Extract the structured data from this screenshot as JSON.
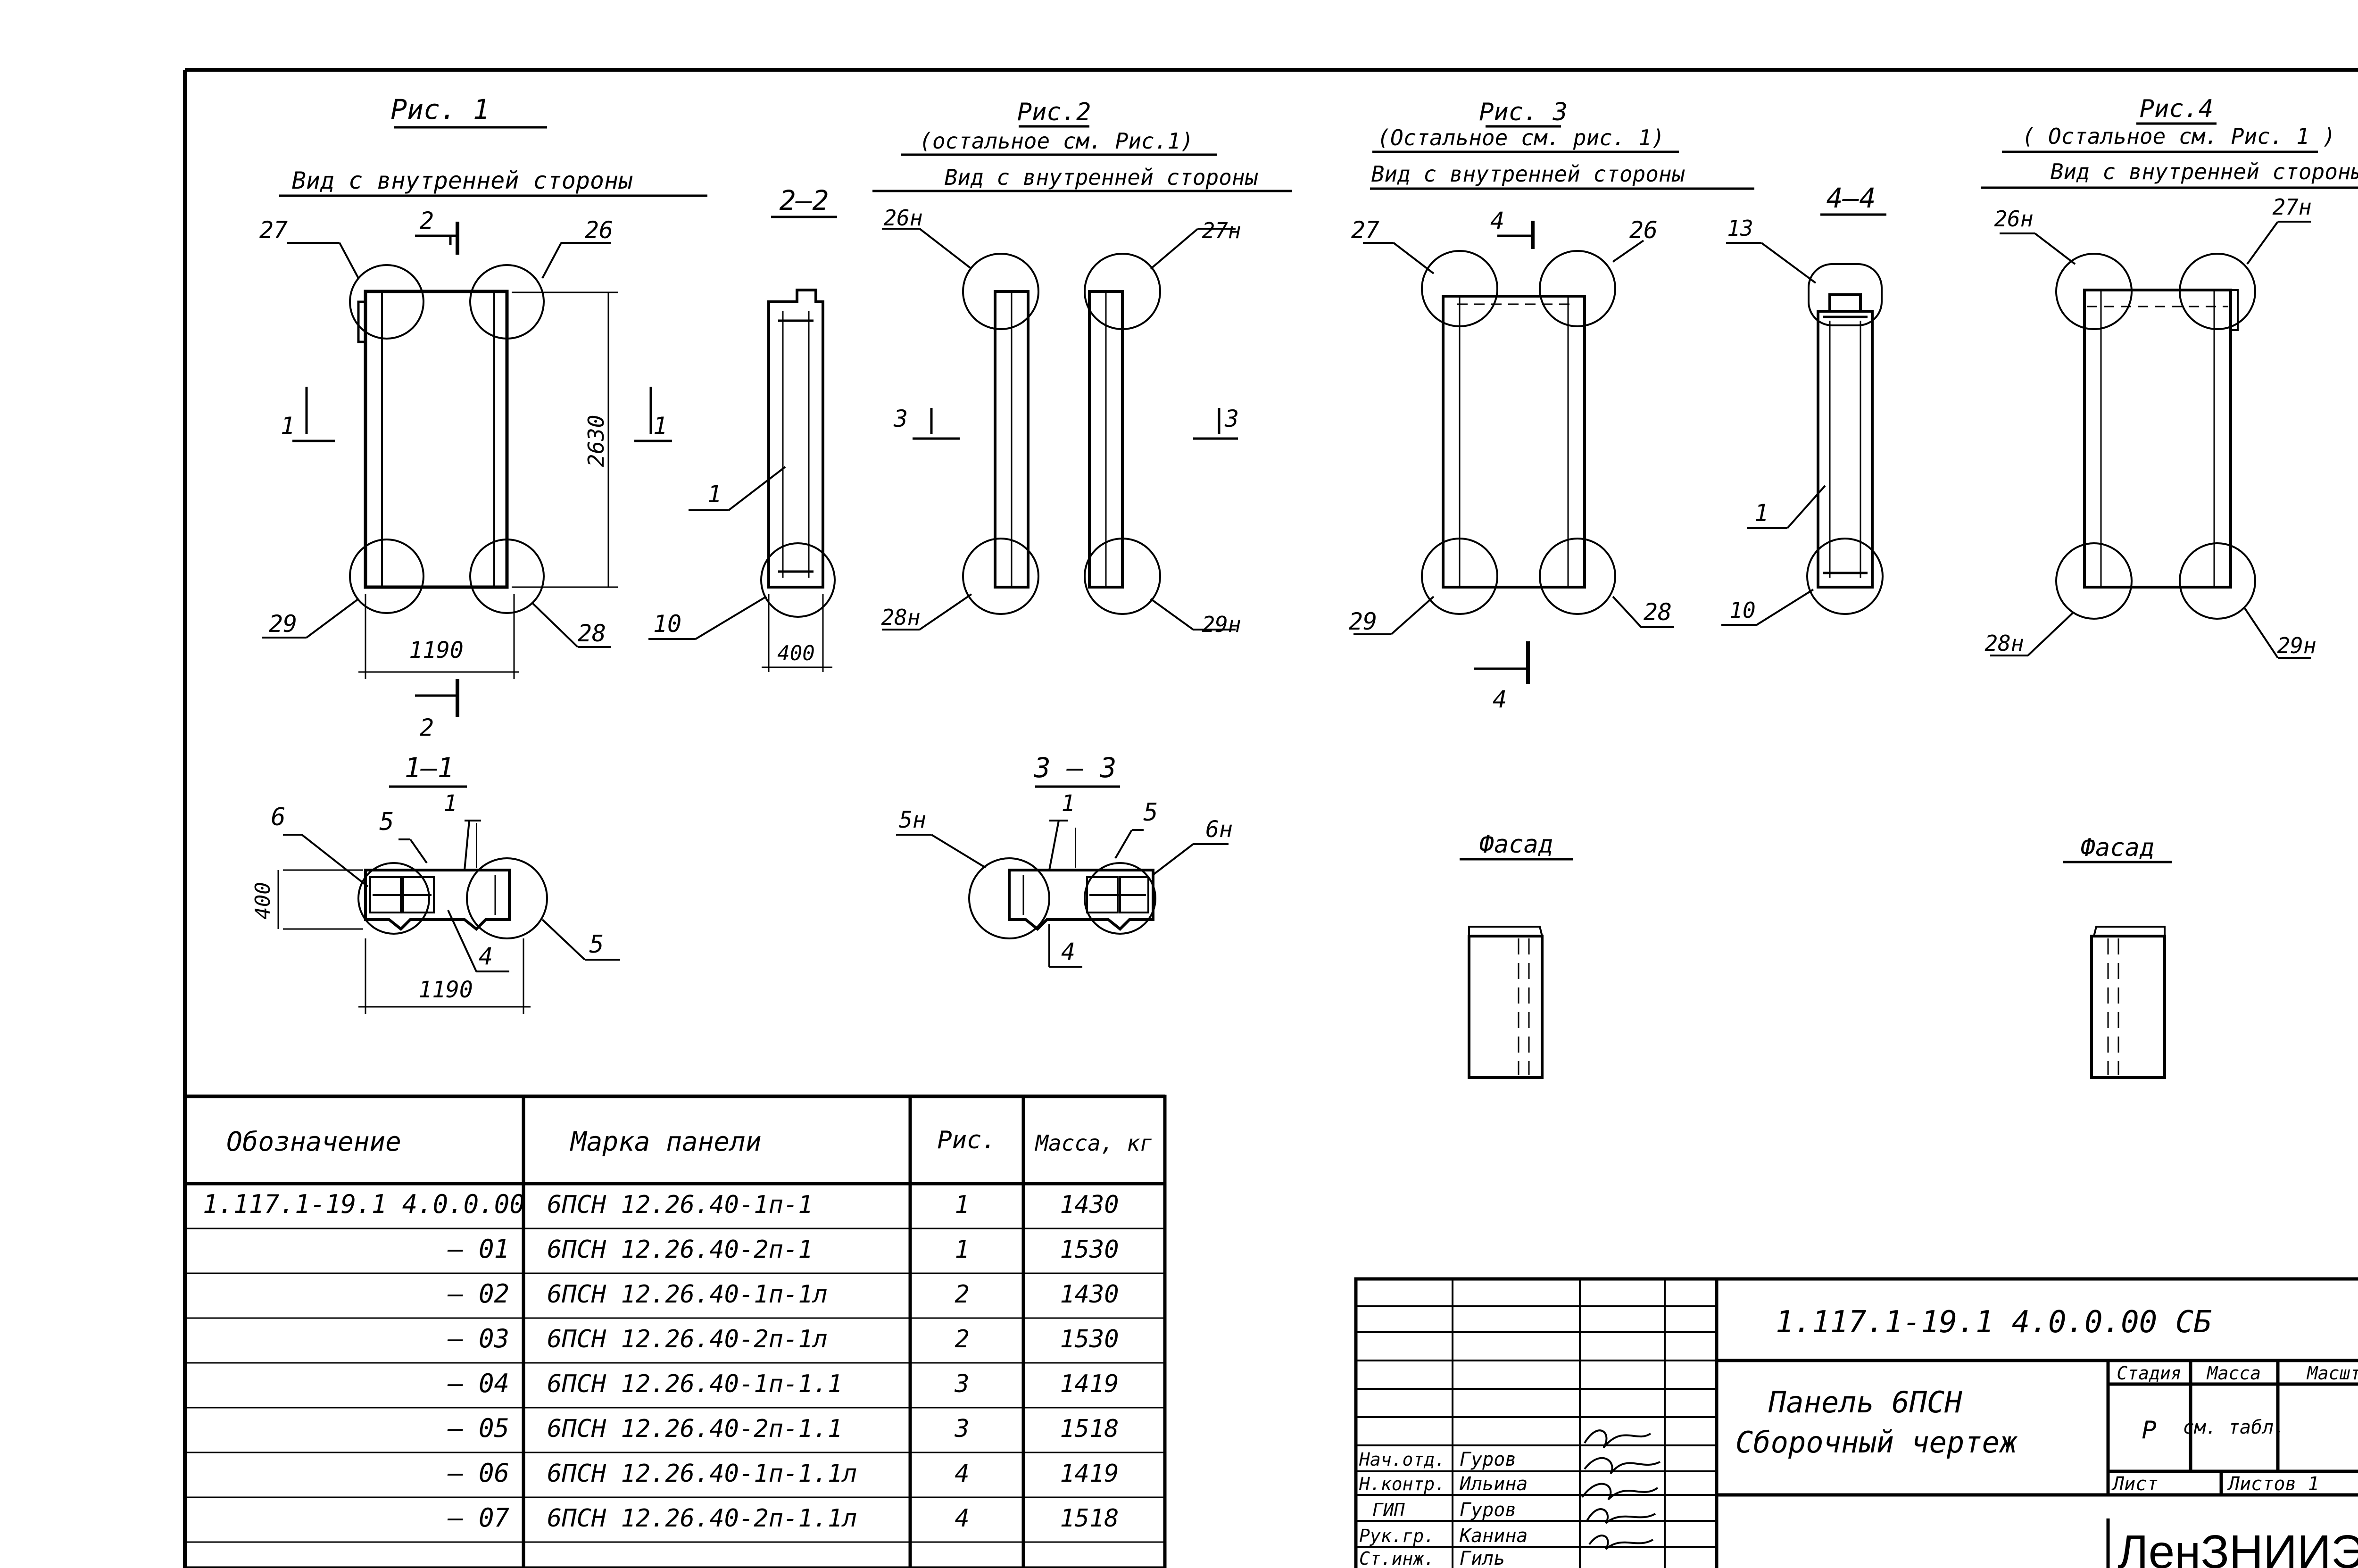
{
  "figures": [
    {
      "title": "Рис. 1",
      "subtitle": "",
      "caption": "Вид с внутренней стороны"
    },
    {
      "title": "Рис.2",
      "subtitle": "(остальное см. Рис.1)",
      "caption": "Вид с внутренней стороны"
    },
    {
      "title": "Рис. 3",
      "subtitle": "(Остальное см. рис. 1)",
      "caption": "Вид с внутренней стороны"
    },
    {
      "title": "Рис.4",
      "subtitle": "( Остальное см. Рис. 1 )",
      "caption": "Вид с внутренней стороны"
    }
  ],
  "sections": [
    "2–2",
    "4–4",
    "1—1",
    "3 – 3"
  ],
  "facade_label": "Фасад",
  "callouts": {
    "fig1": [
      "27",
      "26",
      "29",
      "28",
      "2",
      "2",
      "1",
      "1"
    ],
    "fig2": [
      "26н",
      "27н",
      "28н",
      "29н",
      "3",
      "3"
    ],
    "fig3": [
      "27",
      "26",
      "29",
      "28",
      "4",
      "4"
    ],
    "fig4": [
      "26н",
      "27н",
      "28н",
      "29н"
    ],
    "sec22": [
      "1",
      "10"
    ],
    "sec44": [
      "13",
      "1",
      "10"
    ],
    "sec11": [
      "6",
      "5",
      "1",
      "4",
      "5"
    ],
    "sec33": [
      "5н",
      "1",
      "5",
      "6н",
      "4"
    ]
  },
  "dimensions": {
    "fig1_height": "2630",
    "fig1_width": "1190",
    "sec22_width": "400",
    "sec11_height": "400",
    "sec11_width": "1190"
  },
  "spec_table": {
    "headers": [
      "Обозначение",
      "Марка панели",
      "Рис.",
      "Масса, кг"
    ],
    "rows": [
      {
        "code": "1.117.1-19.1 4.0.0.00",
        "mark": "6ПСН 12.26.40-1п-1",
        "fig": "1",
        "mass": "1430"
      },
      {
        "code": "– 01",
        "mark": "6ПСН 12.26.40-2п-1",
        "fig": "1",
        "mass": "1530"
      },
      {
        "code": "– 02",
        "mark": "6ПСН 12.26.40-1п-1л",
        "fig": "2",
        "mass": "1430"
      },
      {
        "code": "– 03",
        "mark": "6ПСН 12.26.40-2п-1л",
        "fig": "2",
        "mass": "1530"
      },
      {
        "code": "– 04",
        "mark": "6ПСН 12.26.40-1п-1.1",
        "fig": "3",
        "mass": "1419"
      },
      {
        "code": "– 05",
        "mark": "6ПСН 12.26.40-2п-1.1",
        "fig": "3",
        "mass": "1518"
      },
      {
        "code": "– 06",
        "mark": "6ПСН 12.26.40-1п-1.1л",
        "fig": "4",
        "mass": "1419"
      },
      {
        "code": "– 07",
        "mark": "6ПСН 12.26.40-2п-1.1л",
        "fig": "4",
        "mass": "1518"
      }
    ]
  },
  "title_block": {
    "document_code": "1.117.1-19.1 4.0.0.00 СБ",
    "title_line1": "Панель 6ПСН",
    "title_line2": "Сборочный чертеж",
    "stage_label": "Стадия",
    "mass_label": "Масса",
    "scale_label": "Масштаб",
    "stage_value": "Р",
    "mass_value": "см. табл.",
    "sheet_label": "Лист",
    "sheets_label": "Листов 1",
    "org": "ЛенЗНИИЭП",
    "staff": [
      {
        "role": "Нач.отд.",
        "name": "Гуров"
      },
      {
        "role": "Н.контр.",
        "name": "Ильина"
      },
      {
        "role": "ГИП",
        "name": "Гуров"
      },
      {
        "role": "Рук.гр.",
        "name": "Канина"
      },
      {
        "role": "Ст.инж.",
        "name": "Гиль"
      }
    ]
  }
}
